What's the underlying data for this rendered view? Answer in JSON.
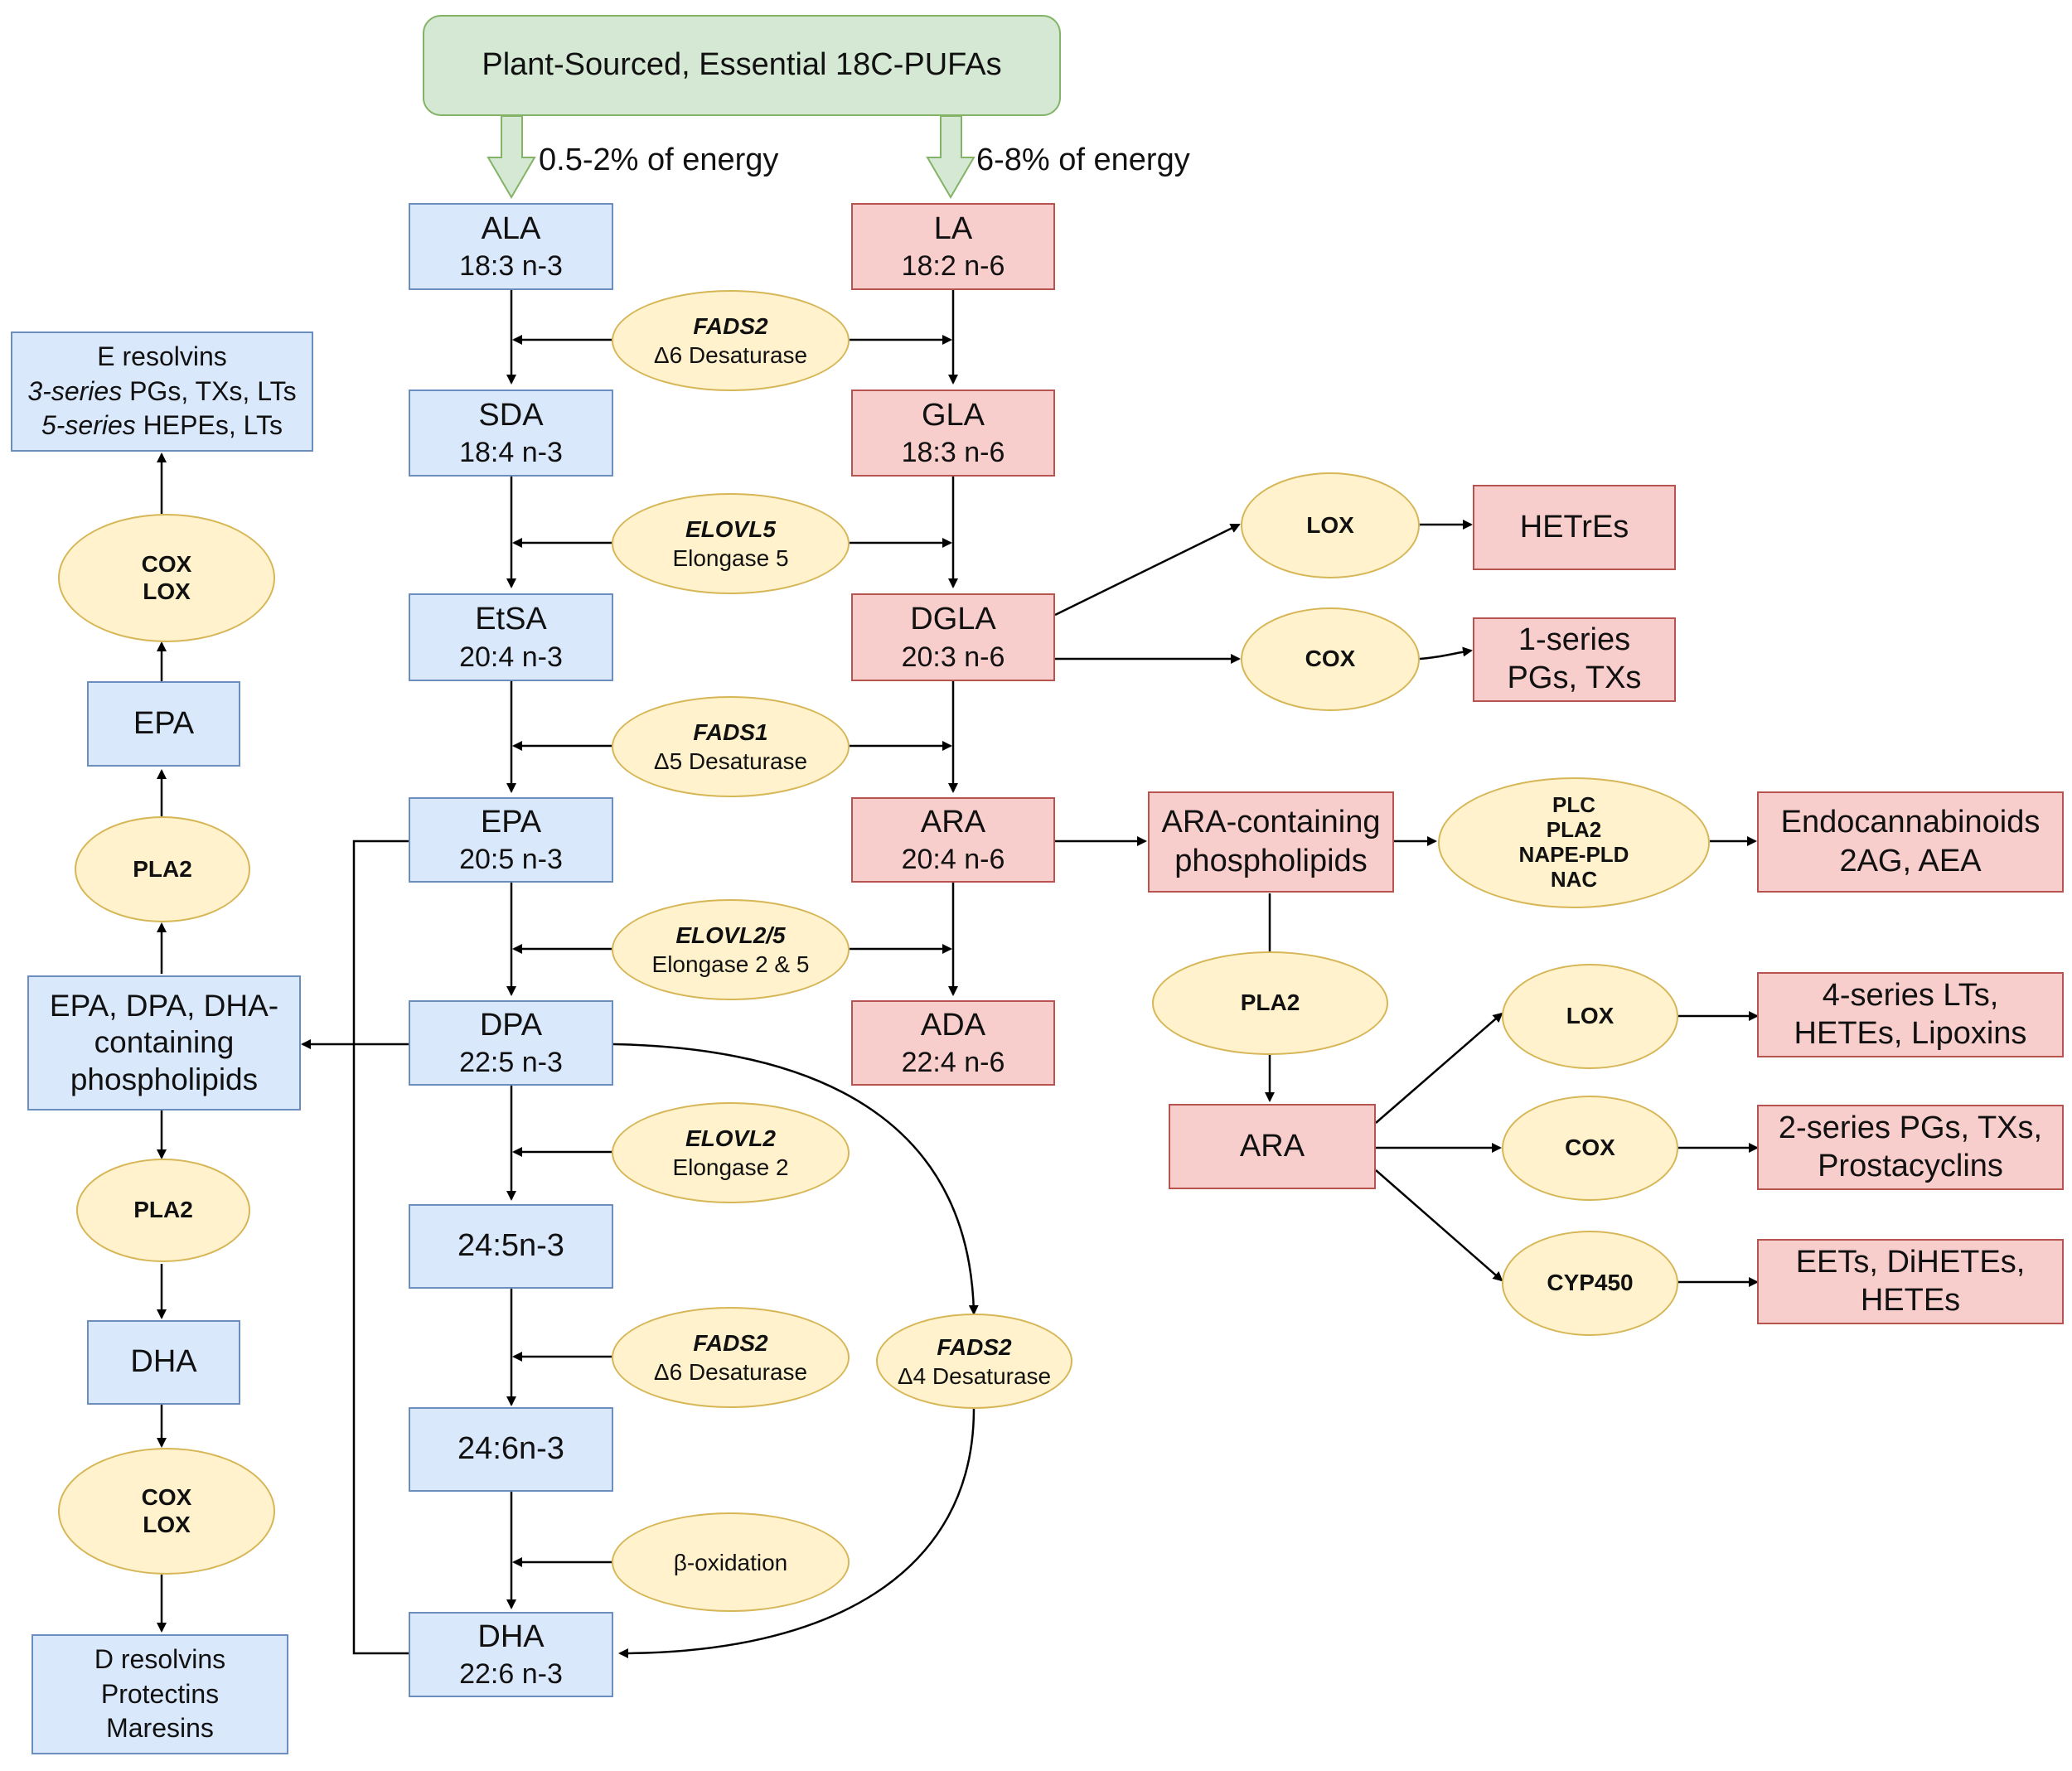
{
  "top": {
    "title": "Plant-Sourced, Essential 18C-PUFAs",
    "left_energy": "0.5-2% of energy",
    "right_energy": "6-8% of energy"
  },
  "n3": {
    "ala": {
      "name": "ALA",
      "formula": "18:3 n-3"
    },
    "sda": {
      "name": "SDA",
      "formula": "18:4 n-3"
    },
    "etsa": {
      "name": "EtSA",
      "formula": "20:4 n-3"
    },
    "epa": {
      "name": "EPA",
      "formula": "20:5 n-3"
    },
    "dpa": {
      "name": "DPA",
      "formula": "22:5 n-3"
    },
    "c24_5": {
      "name": "24:5n-3"
    },
    "c24_6": {
      "name": "24:6n-3"
    },
    "dha": {
      "name": "DHA",
      "formula": "22:6 n-3"
    }
  },
  "n6": {
    "la": {
      "name": "LA",
      "formula": "18:2 n-6"
    },
    "gla": {
      "name": "GLA",
      "formula": "18:3 n-6"
    },
    "dgla": {
      "name": "DGLA",
      "formula": "20:3 n-6"
    },
    "ara": {
      "name": "ARA",
      "formula": "20:4 n-6"
    },
    "ada": {
      "name": "ADA",
      "formula": "22:4 n-6"
    }
  },
  "enzymes": {
    "fads2_d6": {
      "gene": "FADS2",
      "name": "Δ6 Desaturase"
    },
    "elovl5": {
      "gene": "ELOVL5",
      "name": "Elongase 5"
    },
    "fads1": {
      "gene": "FADS1",
      "name": "Δ5 Desaturase"
    },
    "elovl25": {
      "gene": "ELOVL2/5",
      "name": "Elongase 2 & 5"
    },
    "elovl2": {
      "gene": "ELOVL2",
      "name": "Elongase 2"
    },
    "fads2_d6b": {
      "gene": "FADS2",
      "name": "Δ6 Desaturase"
    },
    "fads2_d4": {
      "gene": "FADS2",
      "name": "Δ4 Desaturase"
    },
    "beta_ox": {
      "name": "β-oxidation"
    }
  },
  "left": {
    "e_resolvins": {
      "line1": "E resolvins",
      "line2_it": "3-series",
      "line2": " PGs, TXs, LTs",
      "line3_it": "5-series",
      "line3": " HEPEs, LTs"
    },
    "cox_lox_top": {
      "line1": "COX",
      "line2": "LOX"
    },
    "epa": "EPA",
    "pla2_top": "PLA2",
    "phospholipids": {
      "line1": "EPA, DPA, DHA-",
      "line2": "containing",
      "line3": "phospholipids"
    },
    "pla2_bottom": "PLA2",
    "dha": "DHA",
    "cox_lox_bottom": {
      "line1": "COX",
      "line2": "LOX"
    },
    "d_resolvins": {
      "line1": "D resolvins",
      "line2": "Protectins",
      "line3": "Maresins"
    }
  },
  "right": {
    "lox1": "LOX",
    "hetres": "HETrEs",
    "cox1": "COX",
    "series1": {
      "line1": "1-series",
      "line2": "PGs, TXs"
    },
    "ara_pl": {
      "line1": "ARA-containing",
      "line2": "phospholipids"
    },
    "multi_enz": {
      "line1": "PLC",
      "line2": "PLA2",
      "line3": "NAPE-PLD",
      "line4": "NAC"
    },
    "endocann": {
      "line1": "Endocannabinoids",
      "line2": "2AG, AEA"
    },
    "pla2": "PLA2",
    "ara": "ARA",
    "lox2": "LOX",
    "cox2": "COX",
    "cyp450": "CYP450",
    "lts4": {
      "line1": "4-series LTs,",
      "line2": "HETEs, Lipoxins"
    },
    "pgs2": {
      "line1": "2-series PGs, TXs,",
      "line2": "Prostacyclins"
    },
    "eets": {
      "line1": "EETs, DiHETEs,",
      "line2": "HETEs"
    }
  }
}
